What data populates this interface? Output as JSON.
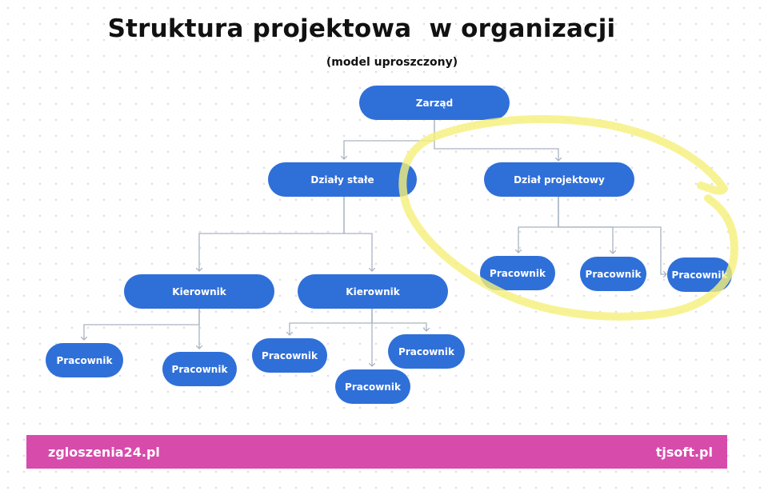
{
  "title": "Struktura projektowa  w organizacji",
  "subtitle": "(model uproszczony)",
  "nodes": {
    "zarzad": "Zarząd",
    "dzialy_stale": "Działy stałe",
    "dzial_projektowy": "Dział projektowy",
    "kierownik_1": "Kierownik",
    "kierownik_2": "Kierownik",
    "pracownik_k1_a": "Pracownik",
    "pracownik_k1_b": "Pracownik",
    "pracownik_k2_a": "Pracownik",
    "pracownik_k2_b": "Pracownik",
    "pracownik_k2_c": "Pracownik",
    "pracownik_p_a": "Pracownik",
    "pracownik_p_b": "Pracownik",
    "pracownik_p_c": "Pracownik"
  },
  "footer": {
    "left": "zgloszenia24.pl",
    "right": "tjsoft.pl"
  },
  "colors": {
    "node": "#2f6fd8",
    "connector": "#a9b4c2",
    "footer": "#d74bab",
    "highlight": "#f5f07a"
  }
}
